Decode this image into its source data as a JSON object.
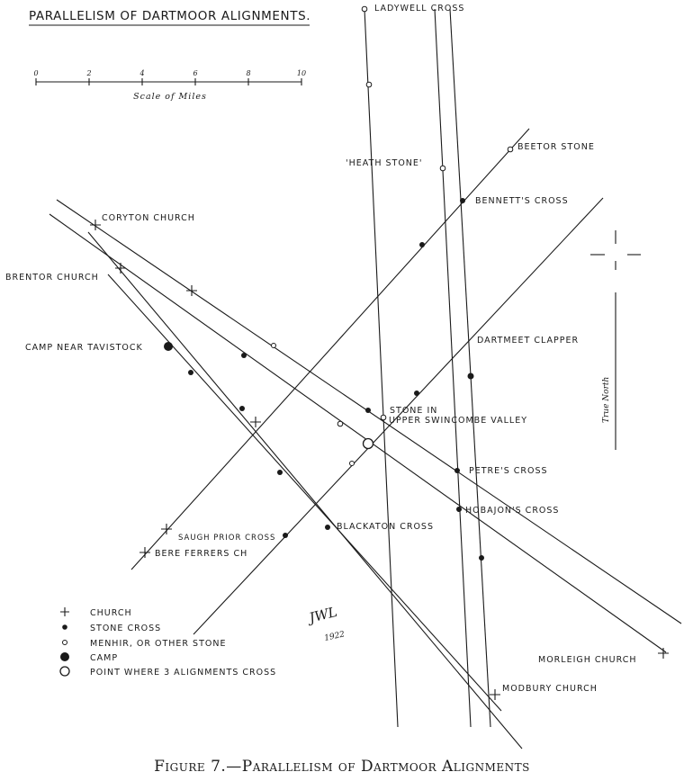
{
  "title": "PARALLELISM OF DARTMOOR ALIGNMENTS.",
  "scale": {
    "ticks": [
      "0",
      "2",
      "4",
      "6",
      "8",
      "10"
    ],
    "caption": "Scale of Miles"
  },
  "places": {
    "ladywell_cross": "LADYWELL CROSS",
    "beetor_stone": "BEETOR STONE",
    "heath_stone": "'HEATH STONE'",
    "bennetts_cross": "BENNETT'S CROSS",
    "coryton_church": "CORYTON CHURCH",
    "brentor_church": "BRENTOR CHURCH",
    "camp_near_tavistock": "CAMP NEAR TAVISTOCK",
    "dartmeet_clapper": "DARTMEET CLAPPER",
    "stone_in": "STONE IN",
    "upper_swincombe_valley": "UPPER SWINCOMBE VALLEY",
    "petres_cross": "PETRE'S CROSS",
    "hobajons_cross": "HOBAJON'S CROSS",
    "blackaton_cross": "BLACKATON CROSS",
    "saugh_prior_cross": "SAUGH PRIOR CROSS",
    "bere_ferrers_ch": "BERE FERRERS CH",
    "morleigh_church": "MORLEIGH CHURCH",
    "modbury_church": "MODBURY CHURCH"
  },
  "north_label": "True North",
  "legend": {
    "church": "CHURCH",
    "stone_cross": "STONE CROSS",
    "menhir": "MENHIR, OR OTHER STONE",
    "camp": "CAMP",
    "point": "POINT WHERE 3 ALIGNMENTS CROSS"
  },
  "signature": {
    "initials": "JWL",
    "year": "1922"
  },
  "caption": "Figure 7.—Parallelism of Dartmoor Alignments",
  "colors": {
    "ink": "#1a1a1a",
    "paper": "#ffffff"
  }
}
